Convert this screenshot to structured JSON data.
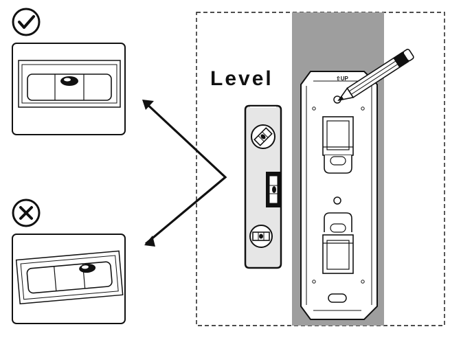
{
  "diagram": {
    "title": "Level",
    "up_mark": "⇧UP",
    "panels": [
      {
        "status": "correct",
        "icon": "check-circle-icon"
      },
      {
        "status": "incorrect",
        "icon": "cross-circle-icon"
      }
    ],
    "colors": {
      "wall": "#9e9e9e",
      "outline": "#111111",
      "level_body": "#e6e6e6",
      "pencil": "#ffffff"
    }
  }
}
